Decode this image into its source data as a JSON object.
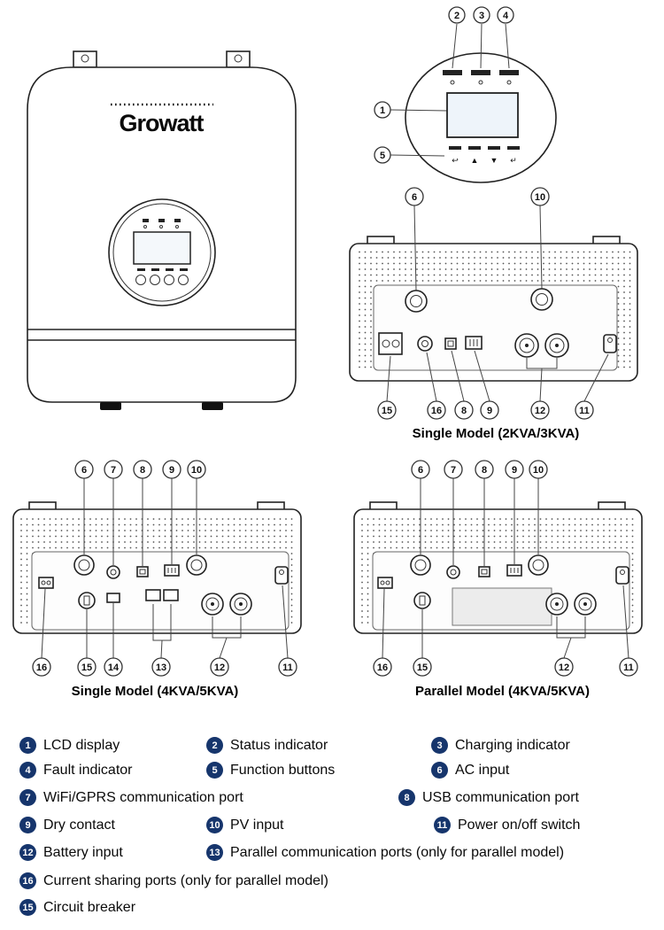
{
  "colors": {
    "legend_badge": "#16356c",
    "diagram_line": "#444"
  },
  "brand": {
    "logo": "Growatt"
  },
  "lcd_panel": {
    "callouts": {
      "c1": "1",
      "c2": "2",
      "c3": "3",
      "c4": "4",
      "c5": "5"
    },
    "button_glyphs": [
      "↩",
      "▲",
      "▼",
      "↵"
    ]
  },
  "diagrams": {
    "single_small": {
      "caption": "Single Model (2KVA/3KVA)",
      "top_callouts": [
        "6",
        "10"
      ],
      "bottom_callouts": [
        "15",
        "16",
        "8",
        "9",
        "12",
        "11"
      ]
    },
    "single_large": {
      "caption": "Single Model (4KVA/5KVA)",
      "top_callouts": [
        "6",
        "7",
        "8",
        "9",
        "10"
      ],
      "bottom_callouts": [
        "16",
        "15",
        "14",
        "13",
        "12",
        "11"
      ]
    },
    "parallel": {
      "caption": "Parallel Model (4KVA/5KVA)",
      "top_callouts": [
        "6",
        "7",
        "8",
        "9",
        "10"
      ],
      "bottom_callouts": [
        "16",
        "15",
        "12",
        "11"
      ]
    }
  },
  "legend": {
    "items": [
      {
        "num": "1",
        "label": "LCD display"
      },
      {
        "num": "2",
        "label": "Status indicator"
      },
      {
        "num": "3",
        "label": "Charging indicator"
      },
      {
        "num": "4",
        "label": "Fault indicator"
      },
      {
        "num": "5",
        "label": "Function buttons"
      },
      {
        "num": "6",
        "label": "AC input"
      },
      {
        "num": "7",
        "label": "WiFi/GPRS communication port"
      },
      {
        "num": "8",
        "label": "USB communication port"
      },
      {
        "num": "9",
        "label": "Dry contact"
      },
      {
        "num": "10",
        "label": "PV input"
      },
      {
        "num": "11",
        "label": "Power on/off switch"
      },
      {
        "num": "12",
        "label": "Battery input"
      },
      {
        "num": "13",
        "label": "Parallel communication ports (only for parallel model)"
      },
      {
        "num": "16",
        "label": "Current sharing ports (only for parallel model)"
      },
      {
        "num": "15",
        "label": "Circuit breaker"
      }
    ]
  }
}
